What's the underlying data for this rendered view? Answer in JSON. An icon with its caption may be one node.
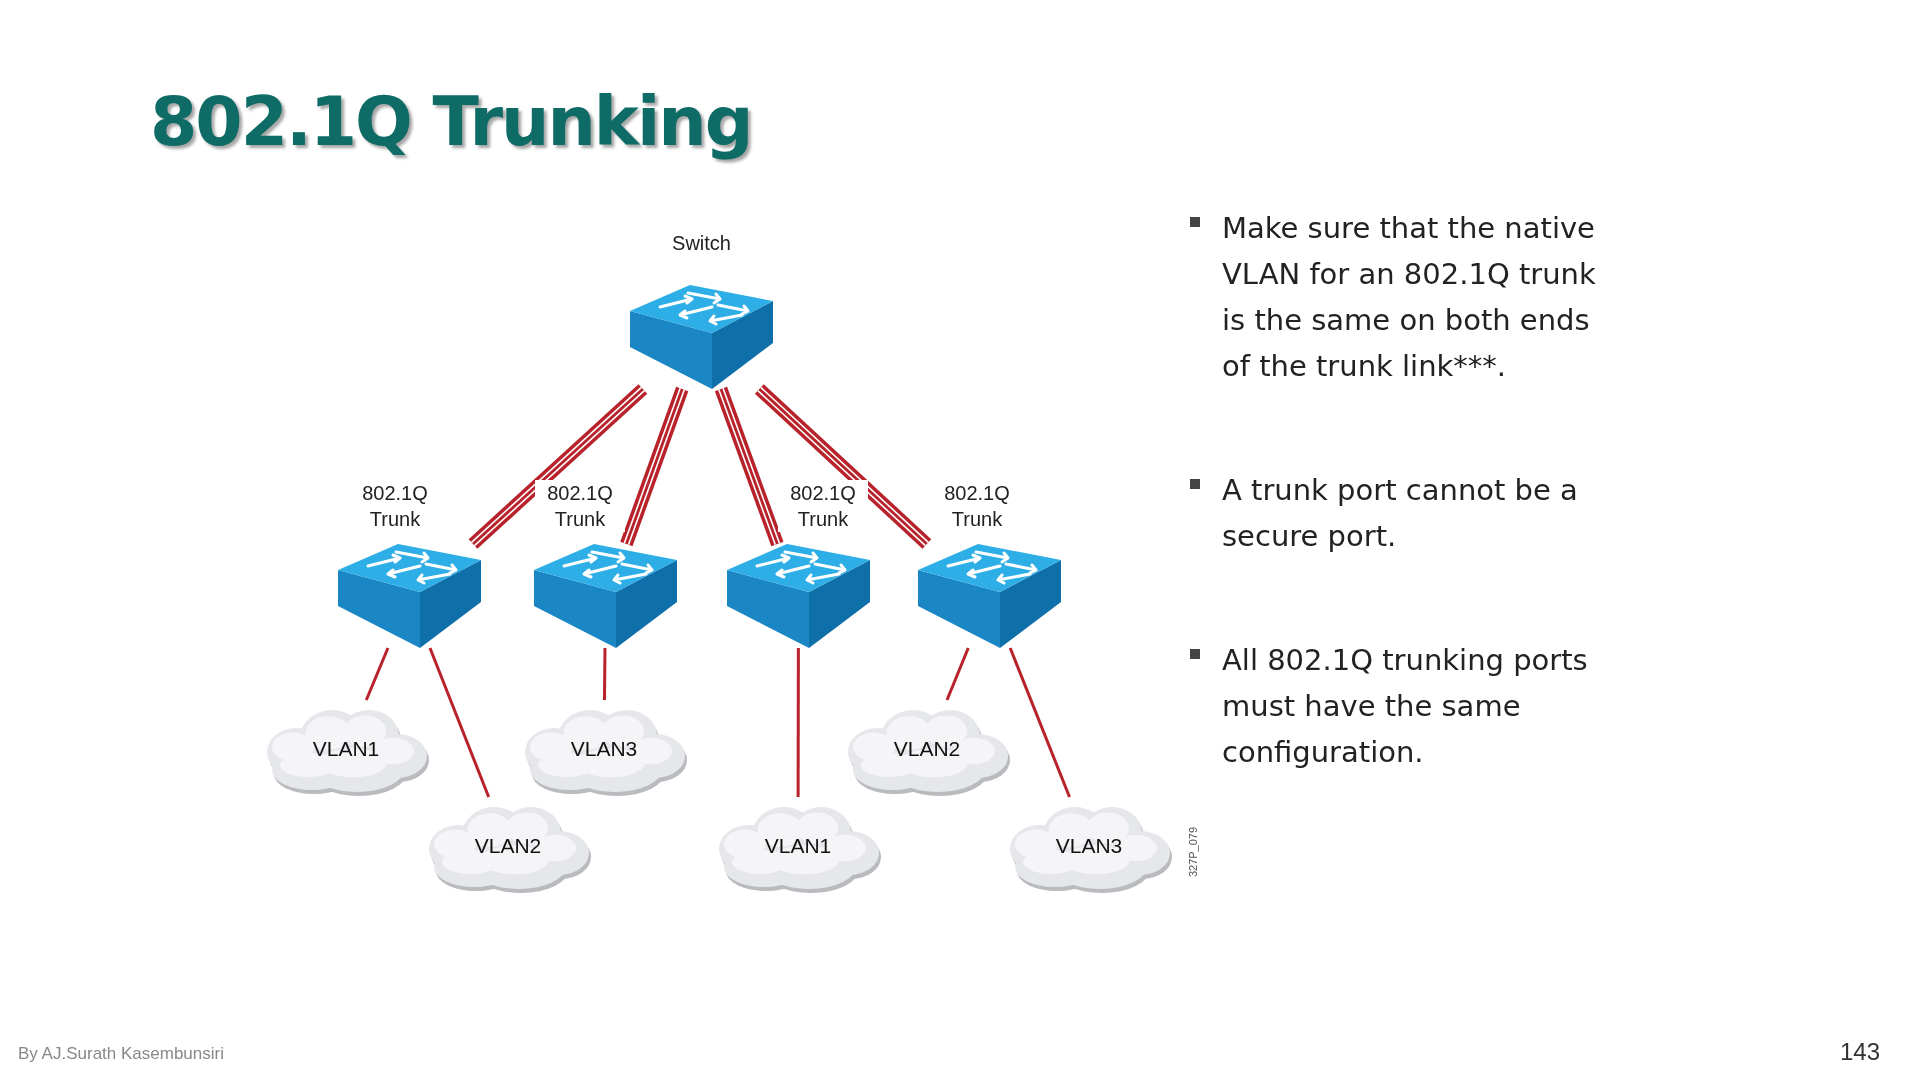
{
  "diagram": {
    "title": "802.1Q Trunking",
    "nodes": [
      {
        "text": [
          "Switch"
        ]
      },
      {
        "text": [],
        "shape": "switch"
      },
      {
        "text": [],
        "shape": "switch"
      },
      {
        "text": [],
        "shape": "switch"
      },
      {
        "text": [],
        "shape": "switch"
      },
      {
        "text": [
          "VLAN1"
        ]
      },
      {
        "text": [
          "VLAN2"
        ]
      },
      {
        "text": [
          "VLAN3"
        ]
      },
      {
        "text": [
          "VLAN1"
        ]
      },
      {
        "text": [
          "VLAN2"
        ]
      },
      {
        "text": [
          "VLAN3"
        ]
      }
    ],
    "edges": [
      {
        "from": 0,
        "to": 1,
        "arrow": "none",
        "label": "802.1Q Trunk",
        "style": "thick"
      },
      {
        "from": 0,
        "to": 2,
        "arrow": "none",
        "label": "802.1Q Trunk",
        "style": "thick"
      },
      {
        "from": 0,
        "to": 3,
        "arrow": "none",
        "label": "802.1Q Trunk",
        "style": "thick"
      },
      {
        "from": 0,
        "to": 4,
        "arrow": "none",
        "label": "802.1Q Trunk",
        "style": "thick"
      },
      {
        "from": 1,
        "to": 5,
        "arrow": "none"
      },
      {
        "from": 1,
        "to": 6,
        "arrow": "none"
      },
      {
        "from": 2,
        "to": 7,
        "arrow": "none"
      },
      {
        "from": 3,
        "to": 8,
        "arrow": "none"
      },
      {
        "from": 4,
        "to": 9,
        "arrow": "none"
      },
      {
        "from": 4,
        "to": 10,
        "arrow": "none"
      }
    ],
    "labels": [
      "Make sure that the native VLAN for an 802.1Q trunk is the same on both ends of the trunk link***.",
      "A trunk port cannot be a secure port.",
      "All 802.1Q trunking ports must have the same configuration.",
      "327P_079",
      "By AJ.Surath Kasembunsiri",
      "143"
    ]
  }
}
